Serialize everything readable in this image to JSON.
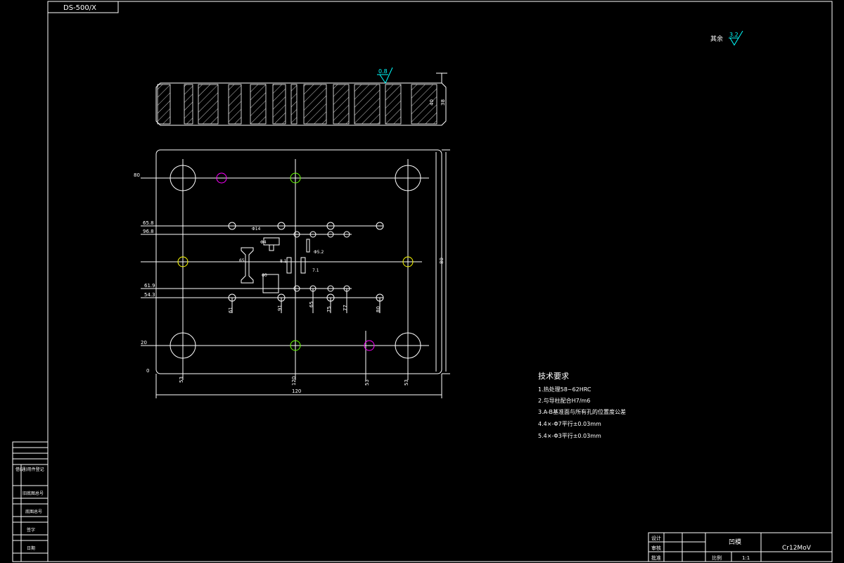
{
  "title_block_top": "DS-500/X",
  "roughness_default": {
    "label": "其余",
    "value": "3.2"
  },
  "roughness_section": "0.8",
  "section_dims": {
    "height": "40",
    "side": "38"
  },
  "left_dims": [
    "80",
    "65.8",
    "96.8",
    "61.9",
    "54.3",
    "20",
    "0"
  ],
  "right_dim": "80",
  "bottom_dims": [
    "53",
    "120",
    "53",
    "53"
  ],
  "total_width": "120",
  "hole_dims_lower": [
    "61",
    "91",
    "65",
    "75",
    "77",
    "80"
  ],
  "inner_dims": [
    "Φ14",
    "Φ4",
    "65",
    "Φ5.2",
    "8.1",
    "60",
    "7.1"
  ],
  "tech_title": "技术要求",
  "tech_items": [
    "1.热处理58~62HRC",
    "2.与导柱配合H7/m6",
    "3.A-B基准面与所有孔的位置度公差",
    "4.4×-Φ7平行±0.03mm",
    "5.4×-Φ3平行±0.03mm"
  ],
  "left_strip": [
    "借(通)用件登记",
    "旧底图总号",
    "底图总号",
    "签字",
    "日期"
  ],
  "title_block": {
    "design": "设计",
    "check": "审核",
    "approve": "批准",
    "part_name": "凹模",
    "material": "Cr12MoV",
    "scale_label": "比例",
    "scale": "1:1"
  }
}
